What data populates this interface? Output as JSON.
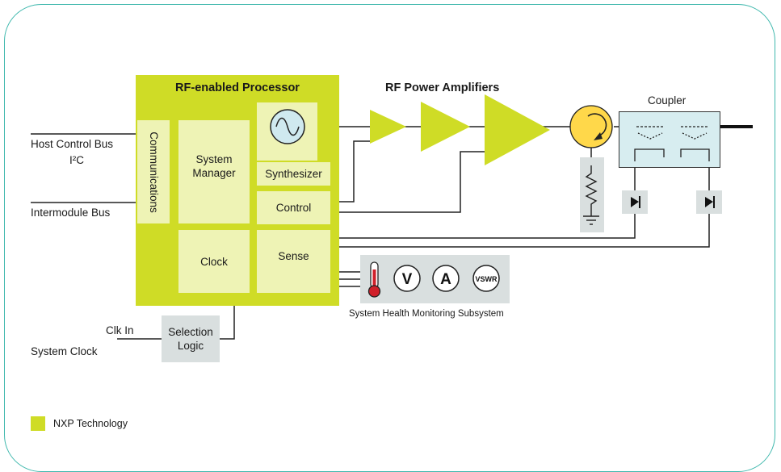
{
  "processor": {
    "title": "RF-enabled Processor",
    "communications": "Communications",
    "system_manager": [
      "System",
      "Manager"
    ],
    "synthesizer": "Synthesizer",
    "control": "Control",
    "clock": "Clock",
    "sense": "Sense"
  },
  "amplifiers_title": "RF Power Amplifiers",
  "coupler": "Coupler",
  "inputs": {
    "host_control_bus": "Host Control Bus",
    "i2c": "I²C",
    "intermodule_bus": "Intermodule Bus",
    "clk_in": "Clk In",
    "system_clock": "System Clock"
  },
  "selection_logic": [
    "Selection",
    "Logic"
  ],
  "health": {
    "caption": "System Health Monitoring Subsystem",
    "voltage": "V",
    "current": "A",
    "vswr": "VSWR"
  },
  "legend": {
    "label": "NXP Technology"
  },
  "colors": {
    "nxp_green": "#cfdc26",
    "block_fill": "#eef3b5",
    "grey_fill": "#d9dfdf",
    "frame": "#3fb8ad",
    "circulator": "#ffd84a"
  }
}
